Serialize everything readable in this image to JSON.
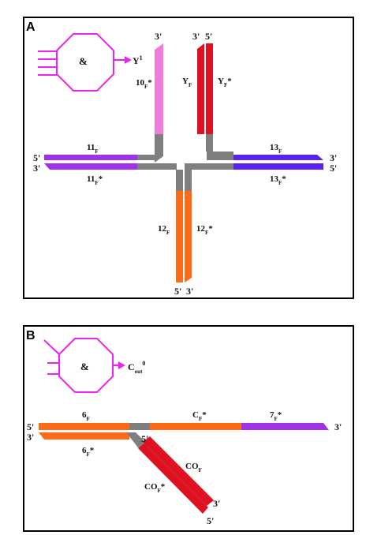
{
  "colors": {
    "frame": "#000000",
    "gate": "#ee22ee",
    "gray": "#7f7f7f",
    "pink": "#ee7fd8",
    "red": "#dd1122",
    "purple": "#a032e8",
    "blue": "#5a22ee",
    "orange": "#ff6a18"
  },
  "panel_a": {
    "letter": "A",
    "gate": {
      "symbol": "&",
      "output": "Y",
      "output_sup": "1"
    },
    "labels": {
      "top_left_3": "3'",
      "top_right_3": "3'",
      "top_right_5": "5'",
      "s10_base": "10",
      "s10_sub": "F",
      "s10_tail": "*",
      "yf_base": "Y",
      "yf_sub": "F",
      "yfs_base": "Y",
      "yfs_sub": "F",
      "yfs_tail": "*",
      "left_5": "5'",
      "left_3": "3'",
      "s11_base": "11",
      "s11_sub": "F",
      "s11s_base": "11",
      "s11s_sub": "F",
      "s11s_tail": "*",
      "right_3": "3'",
      "right_5": "5'",
      "s13_base": "13",
      "s13_sub": "F",
      "s13s_base": "13",
      "s13s_sub": "F",
      "s13s_tail": "*",
      "s12_base": "12",
      "s12_sub": "F",
      "s12s_base": "12",
      "s12s_sub": "F",
      "s12s_tail": "*",
      "bottom_5": "5'",
      "bottom_3": "3'"
    }
  },
  "panel_b": {
    "letter": "B",
    "gate": {
      "symbol": "&",
      "output": "C",
      "output_sub": "out",
      "output_sup": "0"
    },
    "labels": {
      "left_5": "5'",
      "left_3": "3'",
      "s6_base": "6",
      "s6_sub": "F",
      "s6s_base": "6",
      "s6s_sub": "F",
      "s6s_tail": "*",
      "cf_base": "C",
      "cf_sub": "F",
      "cf_tail": "*",
      "s7_base": "7",
      "s7_sub": "F",
      "s7_tail": "*",
      "right_3": "3'",
      "mid_5": "5'",
      "co_base": "CO",
      "co_sub": "F",
      "cos_base": "CO",
      "cos_sub": "F",
      "cos_tail": "*",
      "bottom_3": "3'",
      "bottom_5": "5'"
    }
  }
}
